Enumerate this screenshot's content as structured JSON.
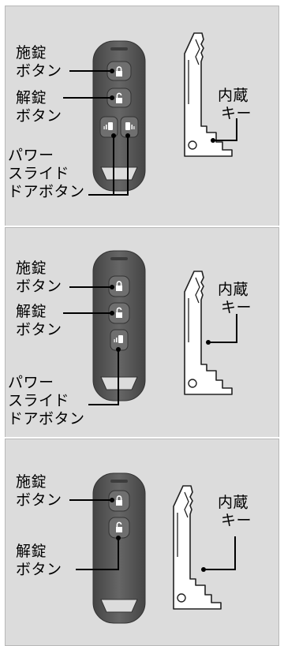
{
  "diagrams": [
    {
      "lock_label": [
        "施錠",
        "ボタン"
      ],
      "unlock_label": [
        "解錠",
        "ボタン"
      ],
      "power_slide_label": [
        "パワー",
        "スライド",
        "ドアボタン"
      ],
      "key_label": [
        "内蔵",
        "キー"
      ]
    },
    {
      "lock_label": [
        "施錠",
        "ボタン"
      ],
      "unlock_label": [
        "解錠",
        "ボタン"
      ],
      "power_slide_label": [
        "パワー",
        "スライド",
        "ドアボタン"
      ],
      "key_label": [
        "内蔵",
        "キー"
      ]
    },
    {
      "lock_label": [
        "施錠",
        "ボタン"
      ],
      "unlock_label": [
        "解錠",
        "ボタン"
      ],
      "key_label": [
        "内蔵",
        "キー"
      ]
    }
  ],
  "colors": {
    "panel_bg": "#dcdcdc",
    "fob_body": "#555555",
    "fob_button": "#6b6b6b",
    "key_fill": "#ffffff"
  }
}
